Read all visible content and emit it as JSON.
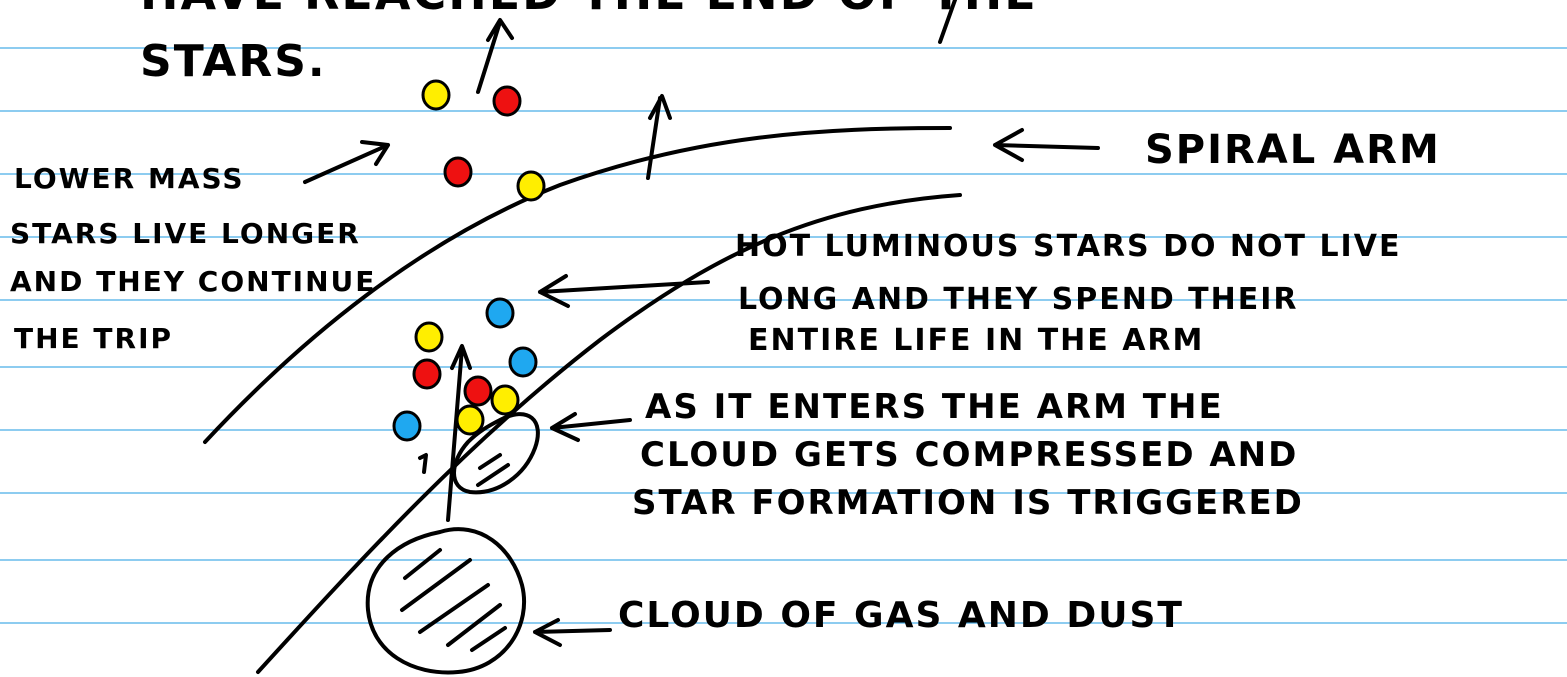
{
  "colors": {
    "paper": "#ffffff",
    "ruled_line": "#49aee8",
    "ink": "#000000",
    "star_yellow": "#ffee00",
    "star_red": "#ee1111",
    "star_blue": "#1fa8f0"
  },
  "labels": {
    "top_cut": "HAVE REACHED THE END OF THE",
    "top_stars": "STARS.",
    "lower_mass": [
      "LOWER MASS",
      "STARS LIVE LONGER",
      "AND THEY CONTINUE",
      "THE TRIP"
    ],
    "spiral_arm": "SPIRAL ARM",
    "hot_luminous": [
      "HOT LUMINOUS STARS DO NOT LIVE",
      "LONG AND THEY SPEND THEIR",
      "ENTIRE LIFE IN THE ARM"
    ],
    "enters_arm": [
      "AS IT ENTERS THE ARM THE",
      "CLOUD GETS COMPRESSED AND",
      "STAR FORMATION IS TRIGGERED"
    ],
    "cloud": "CLOUD OF GAS AND DUST"
  },
  "stars": [
    {
      "name": "star-yellow",
      "color": "yellow"
    },
    {
      "name": "star-red",
      "color": "red"
    },
    {
      "name": "star-red",
      "color": "red"
    },
    {
      "name": "star-yellow",
      "color": "yellow"
    },
    {
      "name": "star-blue",
      "color": "blue"
    },
    {
      "name": "star-yellow",
      "color": "yellow"
    },
    {
      "name": "star-blue",
      "color": "blue"
    },
    {
      "name": "star-red",
      "color": "red"
    },
    {
      "name": "star-red",
      "color": "red"
    },
    {
      "name": "star-yellow",
      "color": "yellow"
    },
    {
      "name": "star-yellow",
      "color": "yellow"
    },
    {
      "name": "star-blue",
      "color": "blue"
    }
  ]
}
